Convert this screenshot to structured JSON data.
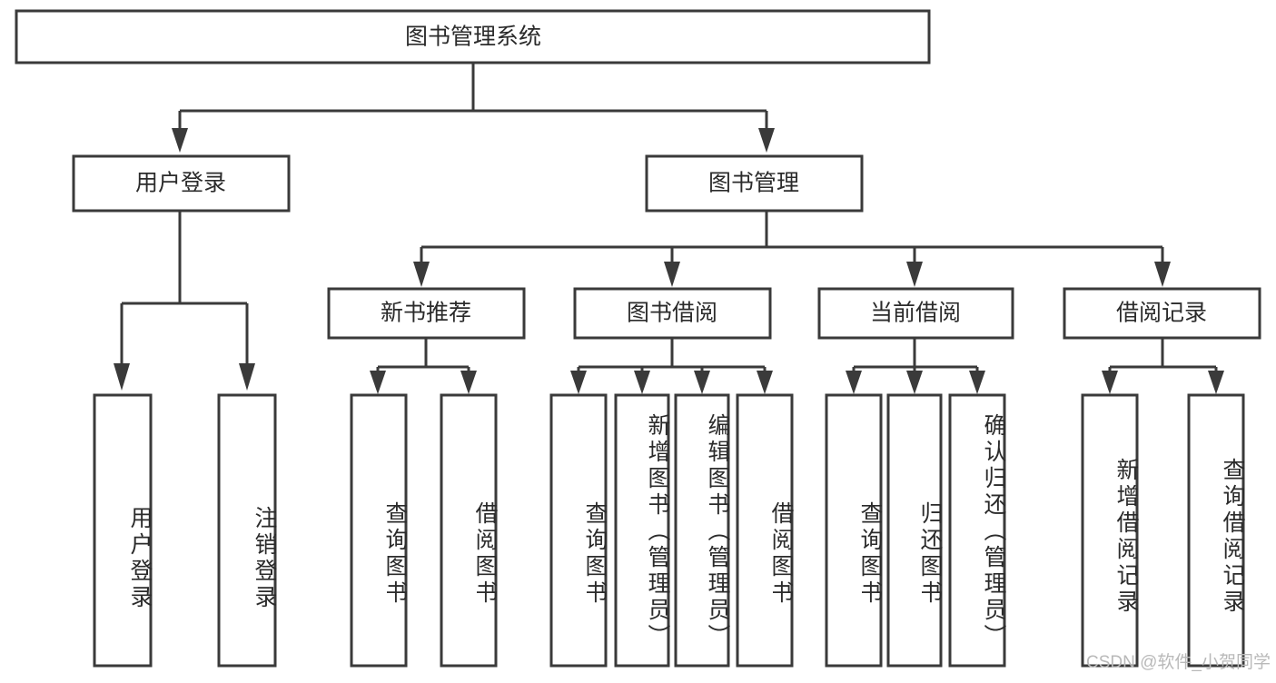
{
  "diagram": {
    "type": "tree",
    "title": "图书管理系统",
    "root": {
      "label": "图书管理系统"
    },
    "level2": [
      {
        "label": "用户登录"
      },
      {
        "label": "图书管理"
      }
    ],
    "level3": [
      {
        "label": "新书推荐"
      },
      {
        "label": "图书借阅"
      },
      {
        "label": "当前借阅"
      },
      {
        "label": "借阅记录"
      }
    ],
    "leaves": {
      "user_login": [
        {
          "label": "用户登录"
        },
        {
          "label": "注销登录"
        }
      ],
      "new_book_recommend": [
        {
          "label": "查询图书"
        },
        {
          "label": "借阅图书"
        }
      ],
      "book_borrow": [
        {
          "label": "查询图书"
        },
        {
          "label": "新增图书（管理员）"
        },
        {
          "label": "编辑图书（管理员）"
        },
        {
          "label": "借阅图书"
        }
      ],
      "current_borrow": [
        {
          "label": "查询图书"
        },
        {
          "label": "归还图书"
        },
        {
          "label": "确认归还（管理员）"
        }
      ],
      "borrow_record": [
        {
          "label": "新增借阅记录"
        },
        {
          "label": "查询借阅记录"
        }
      ]
    }
  },
  "watermark": {
    "text": "CSDN @软件_小贺同学"
  },
  "colors": {
    "stroke": "#3a3a3a",
    "box_fill": "#ffffff",
    "text": "#2b2b2b",
    "watermark": "#b9b9b9",
    "background": "#ffffff"
  }
}
